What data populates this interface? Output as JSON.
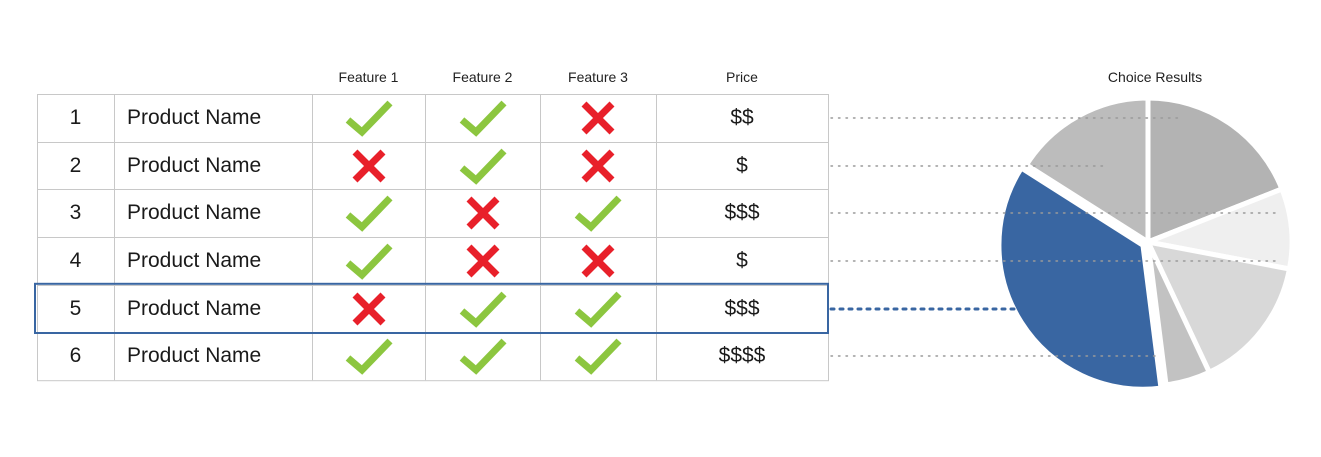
{
  "table": {
    "headers": {
      "feature_1": "Feature 1",
      "feature_2": "Feature 2",
      "feature_3": "Feature 3",
      "price": "Price"
    },
    "rows": [
      {
        "number": "1",
        "name": "Product Name",
        "feature_1": true,
        "feature_2": true,
        "feature_3": false,
        "price": "$$"
      },
      {
        "number": "2",
        "name": "Product Name",
        "feature_1": false,
        "feature_2": true,
        "feature_3": false,
        "price": "$"
      },
      {
        "number": "3",
        "name": "Product Name",
        "feature_1": true,
        "feature_2": false,
        "feature_3": true,
        "price": "$$$"
      },
      {
        "number": "4",
        "name": "Product Name",
        "feature_1": true,
        "feature_2": false,
        "feature_3": false,
        "price": "$"
      },
      {
        "number": "5",
        "name": "Product Name",
        "feature_1": false,
        "feature_2": true,
        "feature_3": true,
        "price": "$$$"
      },
      {
        "number": "6",
        "name": "Product Name",
        "feature_1": true,
        "feature_2": true,
        "feature_3": true,
        "price": "$$$$"
      }
    ],
    "highlighted_row": "5"
  },
  "chart": {
    "title": "Choice Results",
    "slices": [
      {
        "row": "1",
        "share": 0.19,
        "color": "#b3b3b3"
      },
      {
        "row": "2",
        "share": 0.09,
        "color": "#efefef"
      },
      {
        "row": "3",
        "share": 0.15,
        "color": "#d8d8d8"
      },
      {
        "row": "4",
        "share": 0.05,
        "color": "#c2c2c2"
      },
      {
        "row": "5",
        "share": 0.36,
        "color": "#3966a2"
      },
      {
        "row": "6",
        "share": 0.16,
        "color": "#bcbcbc"
      }
    ]
  },
  "colors": {
    "check": "#8cc63f",
    "cross": "#e8202a",
    "highlight": "#3966a2",
    "grid_line": "#c8c8c8",
    "dotted_line": "#9a9a9a"
  }
}
